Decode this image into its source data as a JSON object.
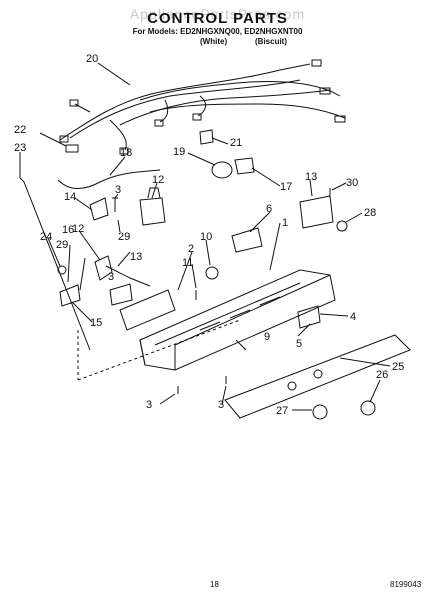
{
  "watermark": "AppliancePartsPros.com",
  "title": "CONTROL PARTS",
  "models_line": "For Models: ED2NHGXNQ00, ED2NHGXNT00",
  "color_white": "(White)",
  "color_biscuit": "(Biscuit)",
  "page_number": "18",
  "doc_number": "8199043",
  "callouts": [
    "1",
    "2",
    "3",
    "3",
    "3",
    "3",
    "4",
    "5",
    "6",
    "7",
    "8",
    "9",
    "10",
    "11",
    "12",
    "13",
    "14",
    "15",
    "16",
    "17",
    "18",
    "19",
    "20",
    "21",
    "22",
    "23",
    "24",
    "25",
    "26",
    "27",
    "28",
    "29",
    "29",
    "30"
  ]
}
